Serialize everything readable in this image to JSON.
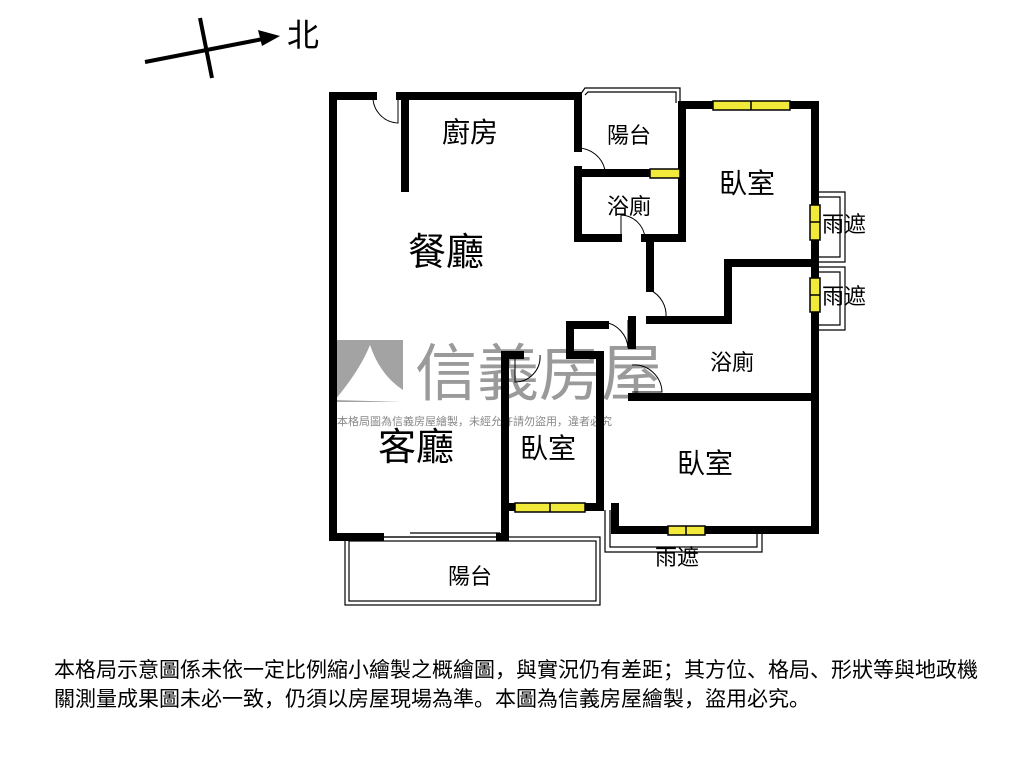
{
  "compass": {
    "north_label": "北"
  },
  "rooms": {
    "kitchen": "廚房",
    "balcony_top": "陽台",
    "bath_top": "浴廁",
    "bedroom_top": "臥室",
    "rain_cover_1": "雨遮",
    "rain_cover_2": "雨遮",
    "dining": "餐廳",
    "bath_mid": "浴廁",
    "living": "客廳",
    "bedroom_small": "臥室",
    "bedroom_large": "臥室",
    "rain_cover_bottom": "雨遮",
    "balcony_bottom": "陽台"
  },
  "watermark": {
    "brand": "信義房屋",
    "notice": "本格局圖為信義房屋繪製，未經允許請勿盜用，違者必究"
  },
  "disclaimer": "本格局示意圖係未依一定比例縮小繪製之概繪圖，與實況仍有差距；其方位、格局、形狀等與地政機關測量成果圖未必一致，仍須以房屋現場為準。本圖為信義房屋繪製，盜用必究。",
  "colors": {
    "wall": "#000000",
    "window": "#f2ea3a",
    "watermark": "#9a9a9a"
  }
}
